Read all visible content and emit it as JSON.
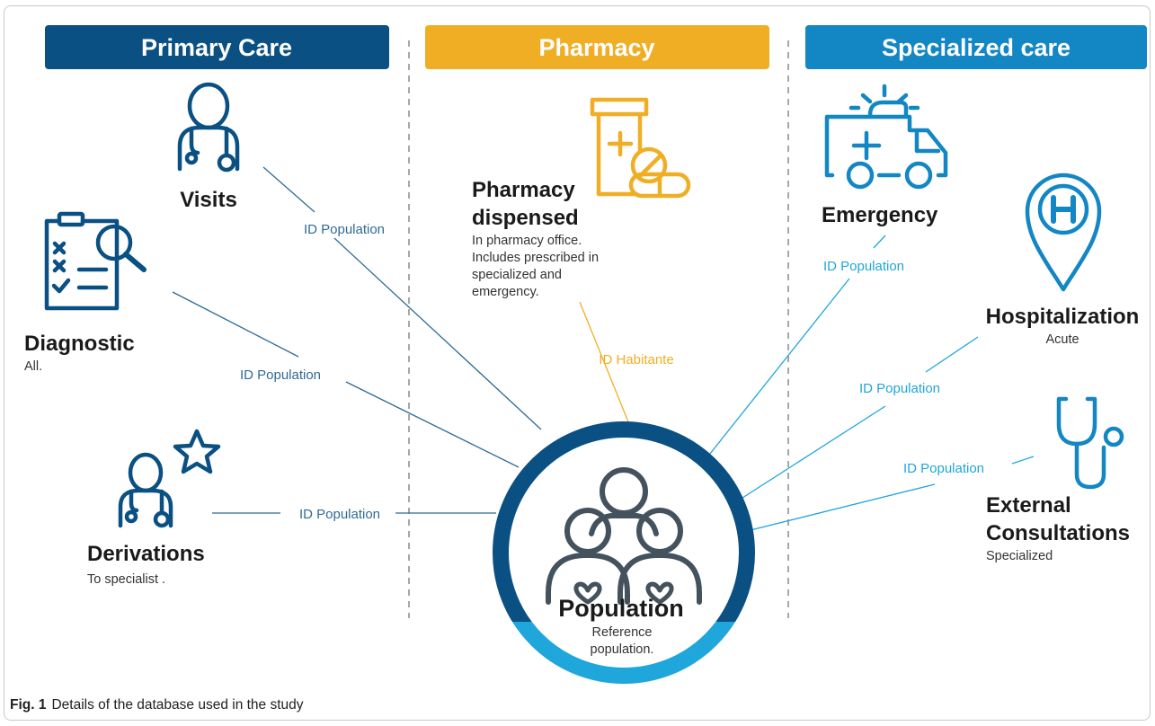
{
  "colors": {
    "primary": "#0a5083",
    "pharmacy": "#f0ae25",
    "specialized": "#1386c4",
    "light_blue": "#1fa6db",
    "icon_gray": "#44525e",
    "text": "#1a1a1a"
  },
  "headers": {
    "primary": "Primary Care",
    "pharmacy": "Pharmacy",
    "specialized": "Specialized care"
  },
  "nodes": {
    "visits": {
      "title": "Visits",
      "icon": "doctor-icon"
    },
    "diagnostic": {
      "title": "Diagnostic",
      "subtitle": "All.",
      "icon": "clipboard-search-icon"
    },
    "derivations": {
      "title": "Derivations",
      "subtitle": "To specialist .",
      "icon": "doctor-star-icon"
    },
    "pharmacy": {
      "title1": "Pharmacy",
      "title2": "dispensed",
      "desc": [
        "In pharmacy office.",
        "Includes prescribed in",
        "specialized and",
        "emergency."
      ],
      "icon": "medicine-bottle-pill-icon"
    },
    "emergency": {
      "title": "Emergency",
      "icon": "ambulance-icon"
    },
    "hospitalization": {
      "title": "Hospitalization",
      "subtitle": "Acute",
      "icon": "hospital-pin-icon"
    },
    "external": {
      "title1": "External",
      "title2": "Consultations",
      "subtitle": "Specialized",
      "icon": "stethoscope-icon"
    },
    "population": {
      "title": "Population",
      "sub1": "Reference",
      "sub2": "population.",
      "icon": "family-hearts-icon"
    }
  },
  "links": {
    "visits": "ID Population",
    "diagnostic": "ID Population",
    "derivations": "ID Population",
    "pharmacy": "ID Habitante",
    "emergency": "ID Population",
    "hospitalization": "ID Population",
    "external": "ID Population"
  },
  "caption": {
    "label": "Fig. 1",
    "text": "Details of the database used in the study"
  }
}
